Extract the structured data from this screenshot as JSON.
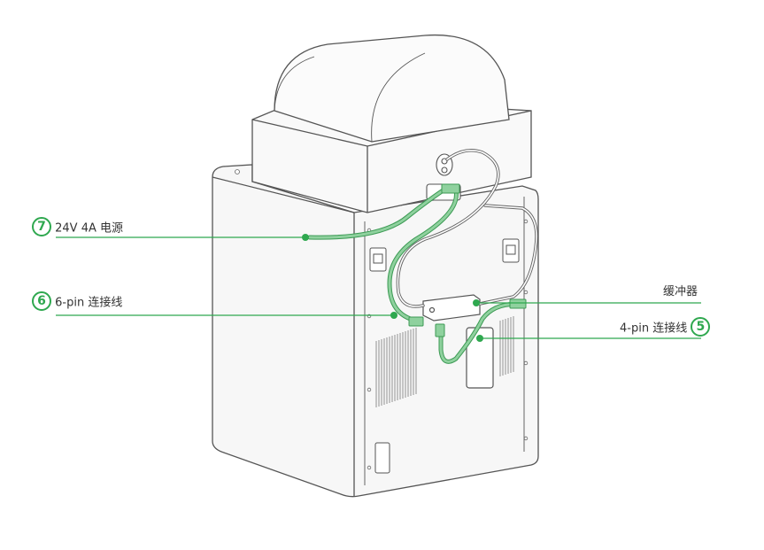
{
  "colors": {
    "accent": "#2fa84f",
    "cable": "#8fd19e",
    "outline": "#555555",
    "body_fill": "#f7f7f7"
  },
  "callouts": {
    "power": {
      "number": "7",
      "text": "24V 4A 电源"
    },
    "six_pin": {
      "number": "6",
      "text": "6-pin 连接线"
    },
    "buffer": {
      "text": "缓冲器"
    },
    "four_pin": {
      "number": "5",
      "text": "4-pin 连接线"
    }
  }
}
